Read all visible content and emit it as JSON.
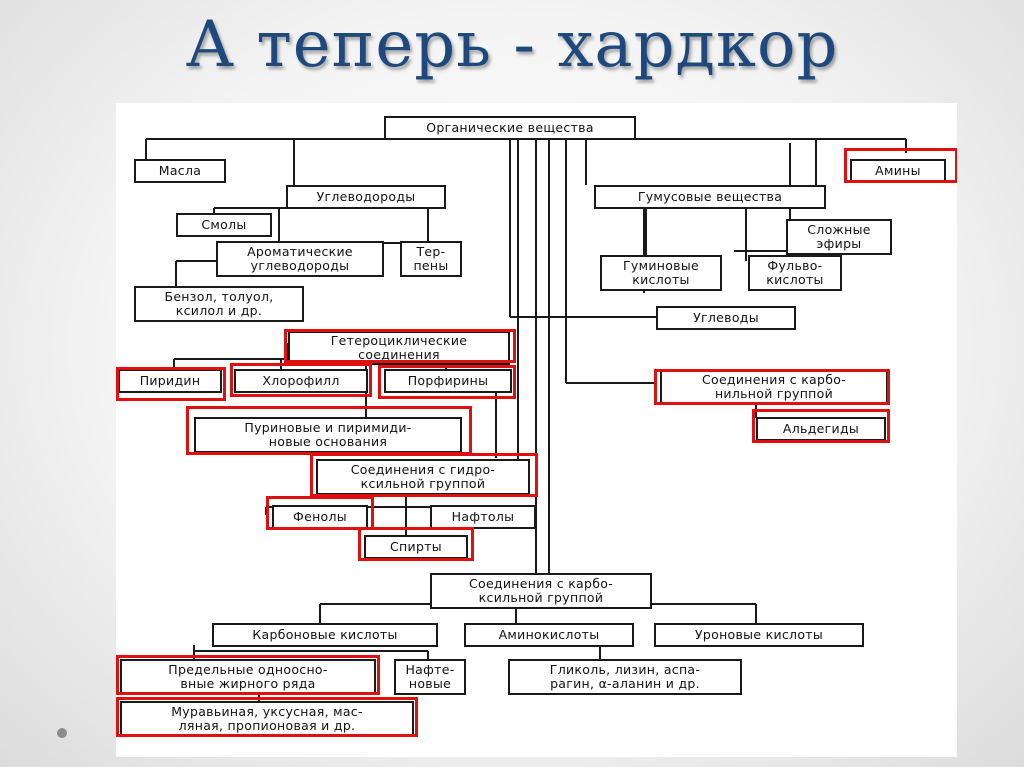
{
  "slide": {
    "title": "А теперь - хардкор"
  },
  "diagram": {
    "nodes": {
      "organic": "Органические вещества",
      "oils": "Масла",
      "hydrocarbons": "Углеводороды",
      "resins": "Смолы",
      "aromatic": "Ароматические\nуглеводороды",
      "terpenes": "Тер-\nпены",
      "benzene": "Бензол, толуол,\nксилол и др.",
      "humus": "Гумусовые вещества",
      "amines": "Амины",
      "esters": "Сложные\nэфиры",
      "humic": "Гуминовые\nкислоты",
      "fulvic": "Фульво-\nкислоты",
      "carbohydrates": "Углеводы",
      "heterocyclic": "Гетероциклические\nсоединения",
      "pyridine": "Пиридин",
      "chlorophyll": "Хлорофилл",
      "porphyrins": "Порфирины",
      "purines": "Пуриновые и пиримиди-\nновые основания",
      "hydroxyl": "Соединения с гидро-\nксильной группой",
      "phenols": "Фенолы",
      "naphthols": "Нафтолы",
      "alcohols": "Спирты",
      "carbonyl": "Соединения с карбо-\nнильной группой",
      "aldehydes": "Альдегиды",
      "carboxyl": "Соединения с карбо-\nксильной группой",
      "carboxylic_acids": "Карбоновые кислоты",
      "amino_acids": "Аминокислоты",
      "uronic_acids": "Уроновые кислоты",
      "saturated": "Предельные одноосно-\nвные жирного ряда",
      "naphthenic": "Нафте-\nновые",
      "glycol": "Гликоль, лизин, аспа-\nрагин, α-аланин и др.",
      "formic": "Муравьиная, уксусная, мас-\nляная, пропионовая и др."
    }
  }
}
